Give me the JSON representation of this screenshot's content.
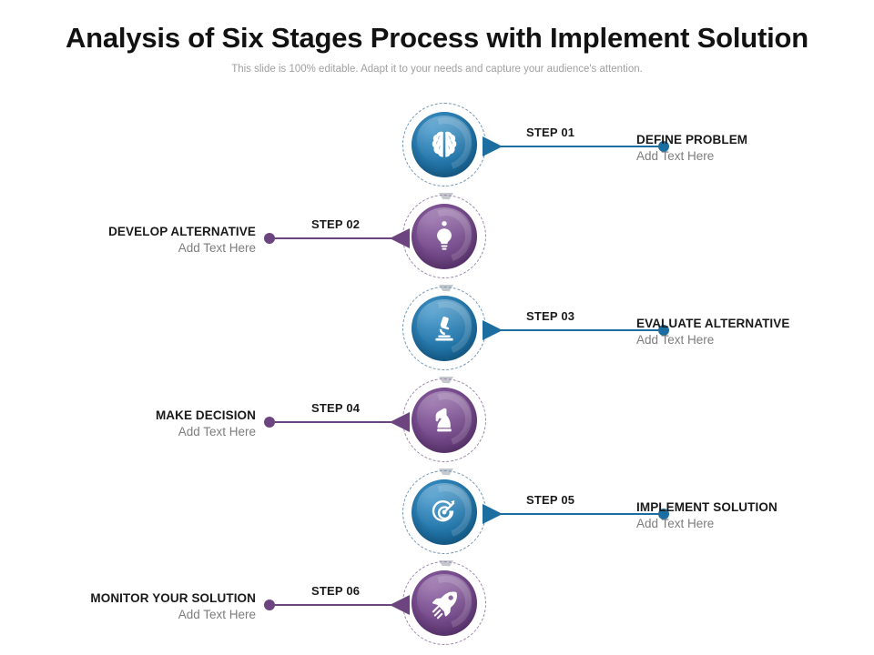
{
  "header": {
    "title": "Analysis of Six Stages Process with Implement Solution",
    "subtitle": "This slide is 100% editable. Adapt it to your needs and capture your audience's attention."
  },
  "theme": {
    "blue": "#1d6ea0",
    "purple": "#6c4480",
    "text_dark": "#1a1a1a",
    "text_muted": "#7d7d7d",
    "subtitle_grey": "#a0a0a0",
    "chevron_grey": "#c5c9cd"
  },
  "steps": [
    {
      "step_label": "STEP 01",
      "heading": "DEFINE PROBLEM",
      "subtext": "Add Text Here",
      "icon": "brain-icon",
      "color": "blue",
      "side": "right"
    },
    {
      "step_label": "STEP 02",
      "heading": "DEVELOP ALTERNATIVE",
      "subtext": "Add Text Here",
      "icon": "lightbulb-icon",
      "color": "purple",
      "side": "left"
    },
    {
      "step_label": "STEP 03",
      "heading": "EVALUATE ALTERNATIVE",
      "subtext": "Add Text Here",
      "icon": "microscope-icon",
      "color": "blue",
      "side": "right"
    },
    {
      "step_label": "STEP 04",
      "heading": "MAKE DECISION",
      "subtext": "Add Text Here",
      "icon": "chess-knight-icon",
      "color": "purple",
      "side": "left"
    },
    {
      "step_label": "STEP 05",
      "heading": "IMPLEMENT SOLUTION",
      "subtext": "Add Text Here",
      "icon": "target-icon",
      "color": "blue",
      "side": "right"
    },
    {
      "step_label": "STEP 06",
      "heading": "MONITOR YOUR SOLUTION",
      "subtext": "Add Text Here",
      "icon": "rocket-icon",
      "color": "purple",
      "side": "left"
    }
  ]
}
